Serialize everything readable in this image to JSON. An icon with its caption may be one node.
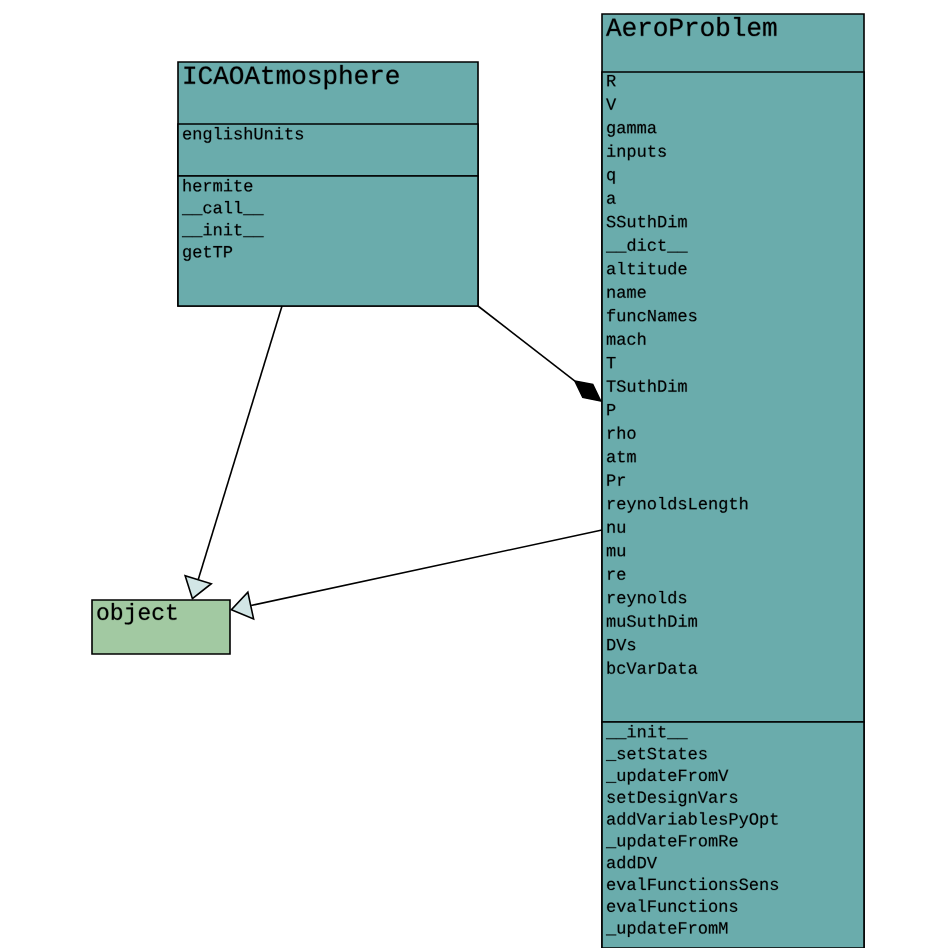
{
  "diagram": {
    "nodes": [
      {
        "text": [
          "ICAOAtmosphere"
        ]
      },
      {
        "text": [
          "englishUnits"
        ],
        "in": 0
      },
      {
        "text": [
          "hermite",
          "__call__",
          "__init__",
          "getTP"
        ],
        "in": 0
      },
      {
        "text": [
          "object"
        ]
      },
      {
        "text": [
          "AeroProblem"
        ]
      },
      {
        "text": [
          "R",
          "V",
          "gamma",
          "inputs",
          "q",
          "a",
          "SSuthDim",
          "__dict__",
          "altitude",
          "name",
          "funcNames",
          "mach",
          "T",
          "TSuthDim",
          "P",
          "rho",
          "atm",
          "Pr",
          "reynoldsLength",
          "nu",
          "mu",
          "re",
          "reynolds",
          "muSuthDim",
          "DVs",
          "bcVarData"
        ],
        "in": 4
      },
      {
        "text": [
          "__init__",
          "_setStates",
          "_updateFromV",
          "setDesignVars",
          "addVariablesPyOpt",
          "_updateFromRe",
          "addDV",
          "evalFunctionsSens",
          "evalFunctions",
          "_updateFromM"
        ],
        "in": 4
      }
    ],
    "edges": [
      {
        "from": 0,
        "to": 3,
        "arrow": "to"
      },
      {
        "from": 4,
        "to": 3,
        "arrow": "to"
      },
      {
        "from": 0,
        "to": 4,
        "arrow": "other"
      }
    ]
  }
}
